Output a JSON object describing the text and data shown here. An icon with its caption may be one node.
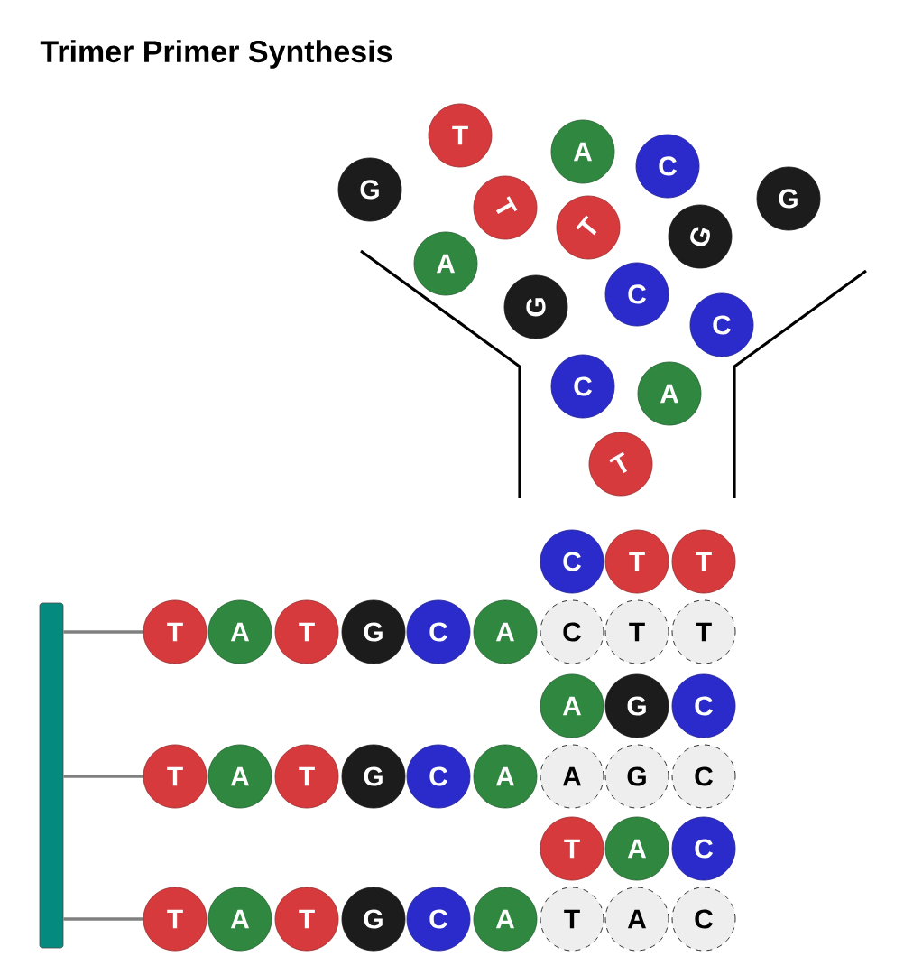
{
  "diagram": {
    "title": "Trimer Primer Synthesis",
    "nodes": [
      {
        "text": [
          "T"
        ]
      },
      {
        "text": [
          "A"
        ]
      },
      {
        "text": [
          "C"
        ]
      },
      {
        "text": [
          "G"
        ]
      },
      {
        "text": [
          "G"
        ]
      },
      {
        "text": [
          "T"
        ]
      },
      {
        "text": [
          "T"
        ]
      },
      {
        "text": [
          "G"
        ]
      },
      {
        "text": [
          "A"
        ]
      },
      {
        "text": [
          "C"
        ]
      },
      {
        "text": [
          "G"
        ]
      },
      {
        "text": [
          "C"
        ]
      },
      {
        "text": [
          "C"
        ]
      },
      {
        "text": [
          "A"
        ]
      },
      {
        "text": [
          "T"
        ]
      },
      {
        "text": [],
        "shape": "bar"
      },
      {
        "text": [
          "C"
        ]
      },
      {
        "text": [
          "T"
        ]
      },
      {
        "text": [
          "T"
        ]
      },
      {
        "text": [
          "T"
        ]
      },
      {
        "text": [
          "A"
        ]
      },
      {
        "text": [
          "T"
        ]
      },
      {
        "text": [
          "G"
        ]
      },
      {
        "text": [
          "C"
        ]
      },
      {
        "text": [
          "A"
        ]
      },
      {
        "text": [
          "C"
        ]
      },
      {
        "text": [
          "T"
        ]
      },
      {
        "text": [
          "T"
        ]
      },
      {
        "text": [
          "A"
        ]
      },
      {
        "text": [
          "G"
        ]
      },
      {
        "text": [
          "C"
        ]
      },
      {
        "text": [
          "T"
        ]
      },
      {
        "text": [
          "A"
        ]
      },
      {
        "text": [
          "T"
        ]
      },
      {
        "text": [
          "G"
        ]
      },
      {
        "text": [
          "C"
        ]
      },
      {
        "text": [
          "A"
        ]
      },
      {
        "text": [
          "A"
        ]
      },
      {
        "text": [
          "G"
        ]
      },
      {
        "text": [
          "C"
        ]
      },
      {
        "text": [
          "T"
        ]
      },
      {
        "text": [
          "A"
        ]
      },
      {
        "text": [
          "C"
        ]
      },
      {
        "text": [
          "T"
        ]
      },
      {
        "text": [
          "A"
        ]
      },
      {
        "text": [
          "T"
        ]
      },
      {
        "text": [
          "G"
        ]
      },
      {
        "text": [
          "C"
        ]
      },
      {
        "text": [
          "A"
        ]
      },
      {
        "text": [
          "T"
        ]
      },
      {
        "text": [
          "A"
        ]
      },
      {
        "text": [
          "C"
        ]
      }
    ],
    "edges": [
      {
        "from": 15,
        "to": 19,
        "arrow": "none"
      },
      {
        "from": 15,
        "to": 31,
        "arrow": "none"
      },
      {
        "from": 15,
        "to": 43,
        "arrow": "none"
      }
    ]
  }
}
